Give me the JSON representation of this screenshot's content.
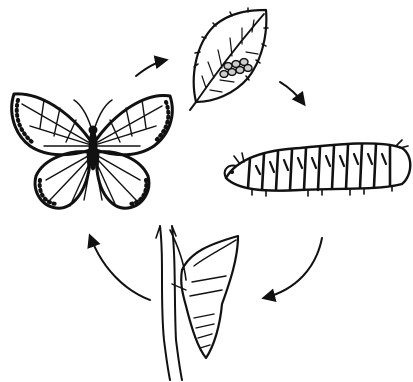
{
  "diagram": {
    "type": "life-cycle",
    "direction": "clockwise",
    "stages": [
      {
        "id": "egg",
        "icon": "leaf-with-eggs-icon"
      },
      {
        "id": "larva",
        "icon": "caterpillar-icon"
      },
      {
        "id": "pupa",
        "icon": "chrysalis-icon"
      },
      {
        "id": "adult",
        "icon": "butterfly-icon"
      }
    ],
    "arrows": [
      {
        "from": "adult",
        "to": "egg"
      },
      {
        "from": "egg",
        "to": "larva"
      },
      {
        "from": "larva",
        "to": "pupa"
      },
      {
        "from": "pupa",
        "to": "adult"
      }
    ],
    "colors": {
      "ink": "#111111",
      "background": "#ffffff"
    }
  }
}
